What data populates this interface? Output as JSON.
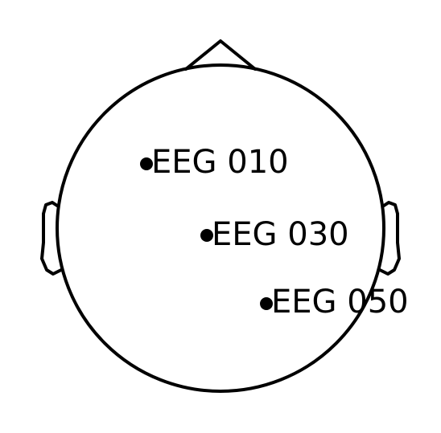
{
  "diagram": {
    "type": "eeg-sensor-layout",
    "colors": {
      "outline": "#000000",
      "marker": "#000000",
      "text": "#000000",
      "background": "#ffffff"
    },
    "sensors": [
      {
        "label": "EEG 010"
      },
      {
        "label": "EEG 030"
      },
      {
        "label": "EEG 050"
      }
    ]
  }
}
